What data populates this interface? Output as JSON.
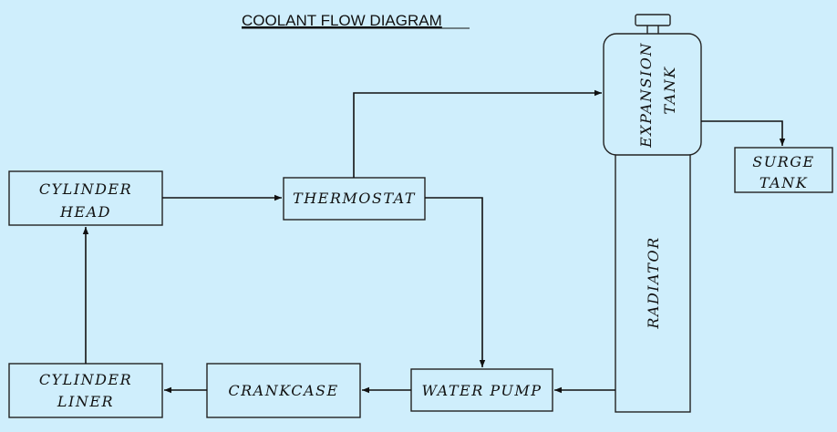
{
  "title": "COOLANT FLOW DIAGRAM",
  "nodes": {
    "cylinder_head": [
      "CYLINDER",
      "HEAD"
    ],
    "thermostat": [
      "THERMOSTAT"
    ],
    "expansion_tank": [
      "EXPANSION",
      "TANK"
    ],
    "surge_tank": [
      "SURGE",
      "TANK"
    ],
    "radiator": [
      "RADIATOR"
    ],
    "cylinder_liner": [
      "CYLINDER",
      "LINER"
    ],
    "crankcase": [
      "CRANKCASE"
    ],
    "water_pump": [
      "WATER PUMP"
    ]
  },
  "colors": {
    "background": "#cfeefc",
    "stroke": "#222222"
  }
}
